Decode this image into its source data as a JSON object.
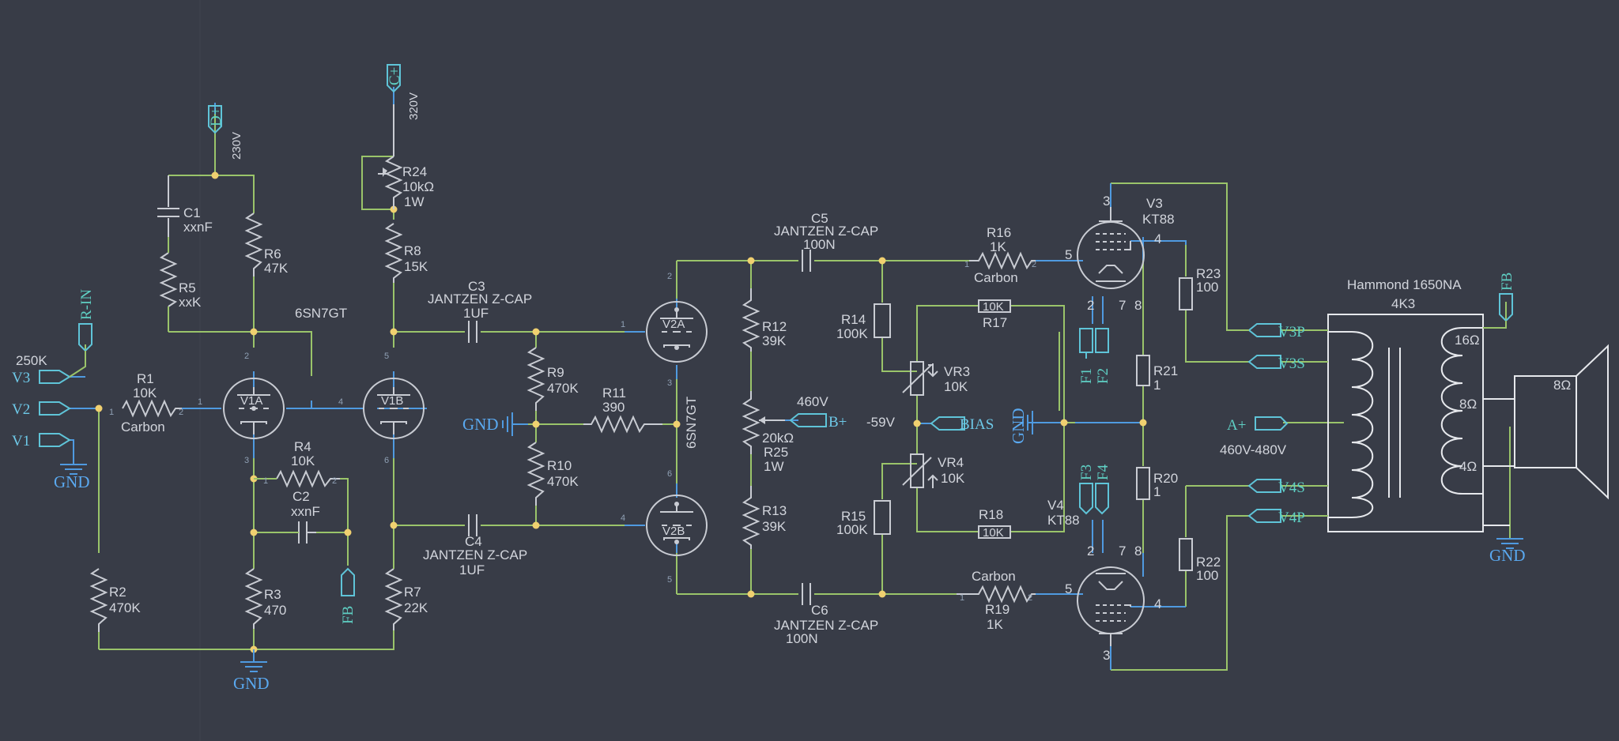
{
  "schematic": {
    "tubes": {
      "v1a": "V1A",
      "v1b": "V1B",
      "v1_type": "6SN7GT",
      "v2a": "V2A",
      "v2b": "V2B",
      "v2_type": "6SN7GT",
      "v3": "V3",
      "v3_type": "KT88",
      "v4": "V4",
      "v4_type": "KT88"
    },
    "resistors": {
      "r1": "R1",
      "r1_val": "10K",
      "r1_note": "Carbon",
      "r2": "R2",
      "r2_val": "470K",
      "r3": "R3",
      "r3_val": "470",
      "r4": "R4",
      "r4_val": "10K",
      "r5": "R5",
      "r5_val": "xxK",
      "r6": "R6",
      "r6_val": "47K",
      "r7": "R7",
      "r7_val": "22K",
      "r8": "R8",
      "r8_val": "15K",
      "r9": "R9",
      "r9_val": "470K",
      "r10": "R10",
      "r10_val": "470K",
      "r11": "R11",
      "r11_val": "390",
      "r12": "R12",
      "r12_val": "39K",
      "r13": "R13",
      "r13_val": "39K",
      "r14": "R14",
      "r14_val": "100K",
      "r15": "R15",
      "r15_val": "100K",
      "r16": "R16",
      "r16_val": "1K",
      "r16_note": "Carbon",
      "r17": "R17",
      "r17_val": "10K",
      "r18": "R18",
      "r18_val": "10K",
      "r19": "R19",
      "r19_val": "1K",
      "r19_note": "Carbon",
      "r20": "R20",
      "r20_val": "1",
      "r21": "R21",
      "r21_val": "1",
      "r22": "R22",
      "r22_val": "100",
      "r23": "R23",
      "r23_val": "100",
      "r24": "R24",
      "r24_val": "10kΩ",
      "r24_w": "1W",
      "r25": "R25",
      "r25_val": "20kΩ",
      "r25_w": "1W",
      "vr3": "VR3",
      "vr3_val": "10K",
      "vr4": "VR4",
      "vr4_val": "10K"
    },
    "capacitors": {
      "c1": "C1",
      "c1_val": "xxnF",
      "c2": "C2",
      "c2_val": "xxnF",
      "c3": "C3",
      "c3_type": "JANTZEN Z-CAP",
      "c3_val": "1UF",
      "c4": "C4",
      "c4_type": "JANTZEN Z-CAP",
      "c4_val": "1UF",
      "c5": "C5",
      "c5_type": "JANTZEN Z-CAP",
      "c5_val": "100N",
      "c6": "C6",
      "c6_type": "JANTZEN Z-CAP",
      "c6_val": "100N"
    },
    "nets": {
      "v1": "V1",
      "v2": "V2",
      "v3": "V3",
      "r_in": "R-IN",
      "vol": "250K",
      "d_plus": "D+",
      "d_volt": "230V",
      "c_plus": "C+",
      "c_volt": "320V",
      "b_plus": "B+",
      "b_volt": "460V",
      "bias": "BIAS",
      "bias_volt": "-59V",
      "a_plus": "A+",
      "a_volt": "460V-480V",
      "fb": "FB",
      "v3p": "V3P",
      "v3s": "V3S",
      "v4s": "V4S",
      "v4p": "V4P",
      "f1": "F1",
      "f2": "F2",
      "f3": "F3",
      "f4": "F4",
      "gnd": "GND"
    },
    "transformer": {
      "name": "Hammond 1650NA",
      "imp": "4K3",
      "tap16": "16Ω",
      "tap8": "8Ω",
      "tap4": "4Ω"
    },
    "speaker": {
      "imp": "8Ω"
    },
    "pins": {
      "p1": "1",
      "p2": "2",
      "p3": "3",
      "p4": "4",
      "p5": "5",
      "p6": "6",
      "p7": "7",
      "p8": "8"
    }
  }
}
